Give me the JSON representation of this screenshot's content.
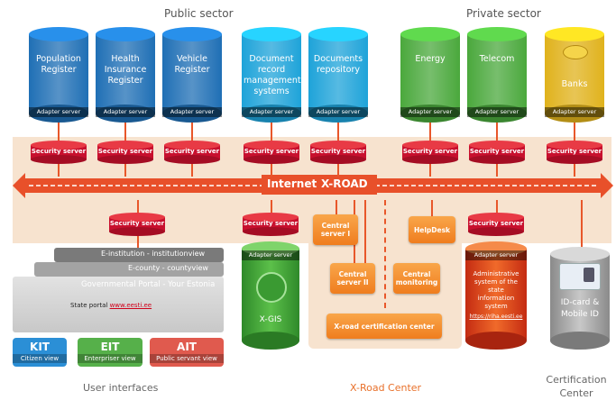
{
  "sectors": {
    "public": "Public sector",
    "private": "Private sector"
  },
  "registers": [
    {
      "label": "Population Register",
      "adapter": "Adapter server",
      "color": "#1f6fb5"
    },
    {
      "label": "Health Insurance Register",
      "adapter": "Adapter server",
      "color": "#1f6fb5"
    },
    {
      "label": "Vehicle Register",
      "adapter": "Adapter server",
      "color": "#1f6fb5"
    },
    {
      "label": "Document record management systems",
      "adapter": "Adapter server",
      "color": "#1ea3d9"
    },
    {
      "label": "Documents repository",
      "adapter": "Adapter server",
      "color": "#1ea3d9"
    },
    {
      "label": "Energy",
      "adapter": "Adapter server",
      "color": "#4aa83c"
    },
    {
      "label": "Telecom",
      "adapter": "Adapter server",
      "color": "#4aa83c"
    },
    {
      "label": "Banks",
      "adapter": "Adapter server",
      "color": "#e0b21c"
    }
  ],
  "security_server_label": "Security server",
  "bus": {
    "internet": "Internet",
    "xroad": "X-ROAD"
  },
  "center_boxes": {
    "central_server_1": "Central server I",
    "central_server_2": "Central server II",
    "central_monitoring": "Central monitoring",
    "helpdesk": "HelpDesk",
    "certification": "X-road certification center"
  },
  "portals": {
    "institution": "E-institution - institutionview",
    "county": "E-county - countyview",
    "gov": "Governmental Portal - Your Estonia",
    "state_portal_prefix": "State portal ",
    "state_portal_link": "www.eesti.ee"
  },
  "ui_buttons": [
    {
      "big": "KIT",
      "small": "Citizen view",
      "color": "#2b8fd6"
    },
    {
      "big": "EIT",
      "small": "Enterpriser view",
      "color": "#56b04a"
    },
    {
      "big": "AIT",
      "small": "Public servant view",
      "color": "#e05a4e"
    }
  ],
  "xgis": {
    "label": "X-GIS",
    "adapter": "Adapter server"
  },
  "admin_system": {
    "adapter": "Adapter server",
    "text": "Administrative system of the state information system",
    "link": "https://riha.eesti.ee"
  },
  "idcard": {
    "label": "ID-card & Mobile ID"
  },
  "bottom_labels": {
    "ui": "User interfaces",
    "center": "X-Road Center",
    "cert": "Certification Center"
  }
}
